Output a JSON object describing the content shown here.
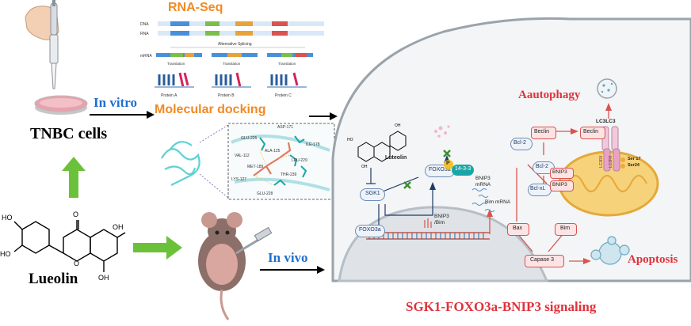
{
  "labels": {
    "rna_seq": "RNA-Seq",
    "in_vitro": "In vitro",
    "molecular_docking": "Molecular docking",
    "tnbc_cells": "TNBC cells",
    "in_vivo": "In vivo",
    "compound_name": "Lueolin",
    "autophagy": "Aautophagy",
    "apoptosis": "Apoptosis",
    "pathway_title": "SGK1-FOXO3a-BNIP3 signaling"
  },
  "rna_seq_panel": {
    "dna": "DNA",
    "rna": "RNA",
    "alt_splicing": "Alternative Splicing",
    "mrna": "mRNA",
    "translation": "Translation",
    "protein_a": "Protein A",
    "protein_b": "Protein B",
    "protein_c": "Protein C"
  },
  "docking_residues": [
    "ASP-171",
    "ILE-178",
    "GLU-225",
    "VAL-112",
    "ALA-125",
    "LEU-229",
    "THR-239",
    "MET-189",
    "GLU-228",
    "LYS-127"
  ],
  "pathway": {
    "luteolin": "Luteolin",
    "sgk1": "SGK1",
    "foxo3a_cyto": "FOXO3a",
    "p": "P",
    "p1433": "14-3-3",
    "foxo3a_nuc": "FOXO3a",
    "bnip3_bim": "BNIP3\n/Bim",
    "bnip3_mrna": "BNIP3\nmRNA",
    "bim_mrna": "Bim mRNA",
    "beclin_1": "Beclin",
    "beclin_2": "Beclin",
    "bcl2_1": "Bcl-2",
    "bcl2_2": "Bcl-2",
    "bnip3_1": "BNIP3",
    "bnip3_2": "BNIP3",
    "bclxl": "Bcl-xL",
    "lc3": "LC3LC3",
    "lc3r1": "LC3RII",
    "lc3r2": "LC3RII",
    "ser17": "Ser 17",
    "ser24": "Ser24",
    "bax": "Bax",
    "bim": "Bim",
    "caspase3": "Capase 3"
  },
  "colors": {
    "orange": "#f08a24",
    "blue": "#1f6fd0",
    "red": "#e0323b",
    "green": "#6cc13a"
  }
}
